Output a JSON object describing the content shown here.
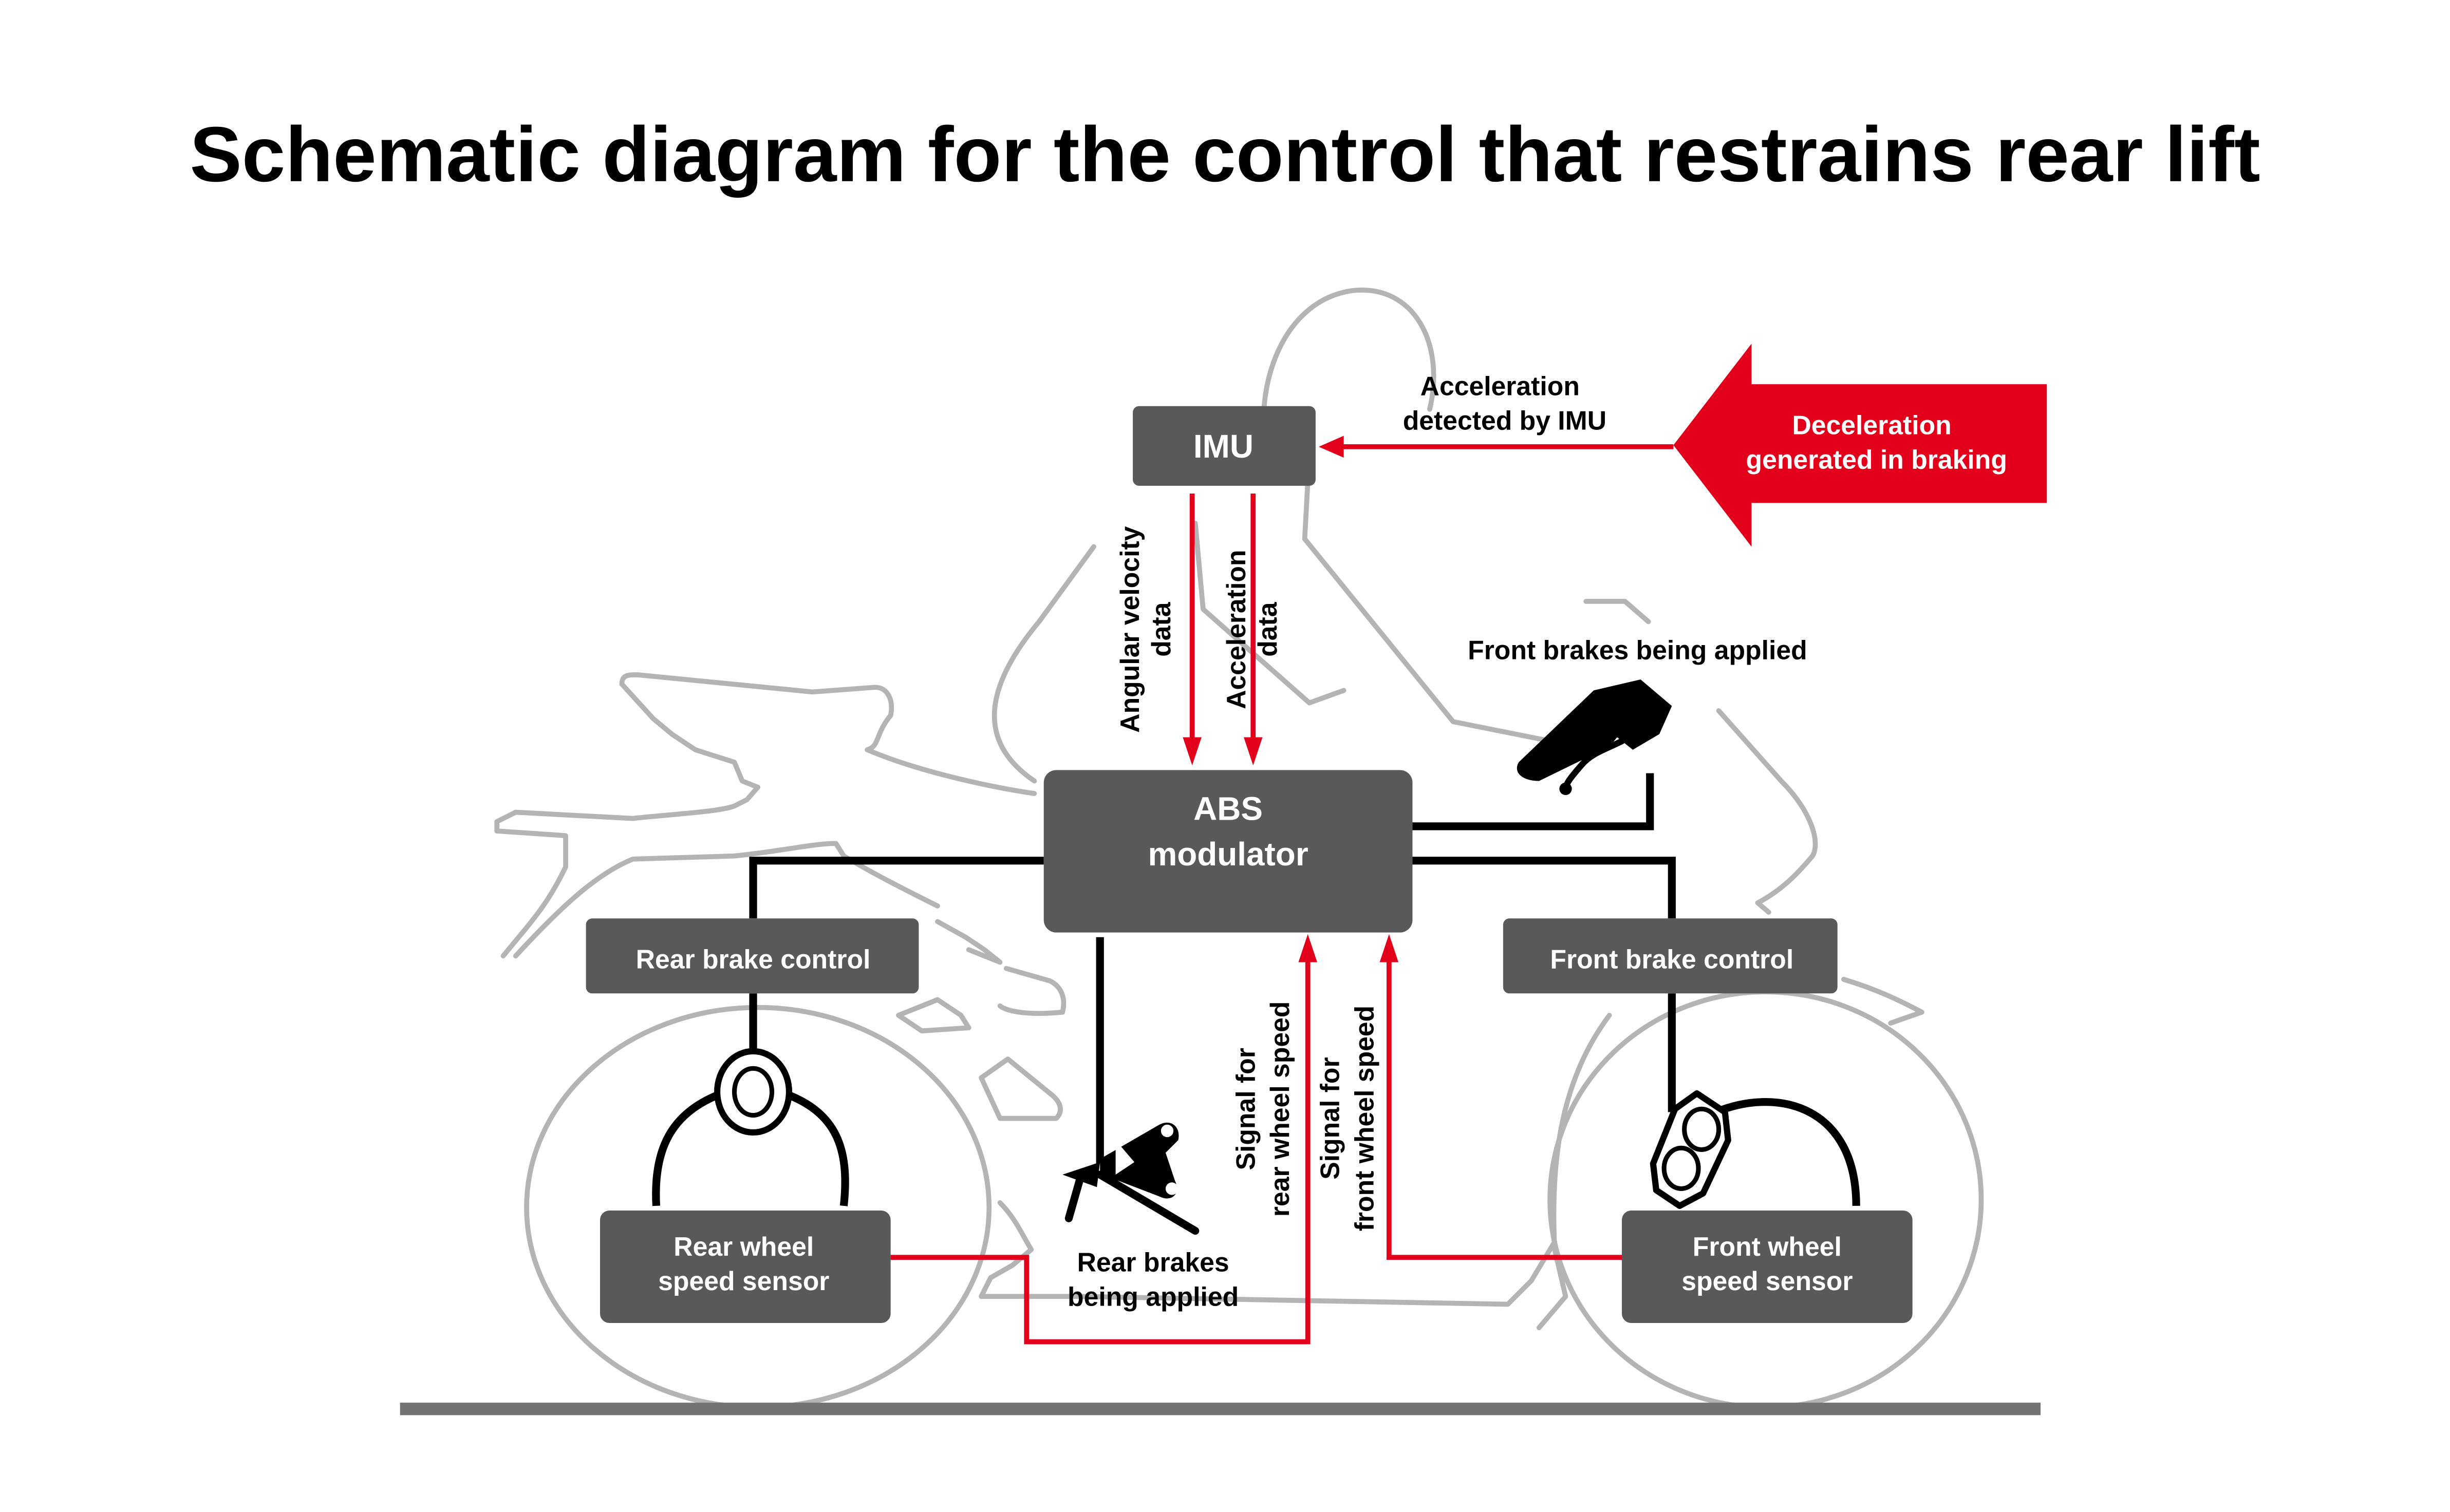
{
  "title": "Schematic diagram for the control that restrains rear lift",
  "colors": {
    "accent_red": "#e2001a",
    "box_fill": "#5a595a",
    "outline_gray": "#b4b4b4",
    "ground": "#747373",
    "wire": "#000000"
  },
  "components": {
    "imu": "IMU",
    "abs_line1": "ABS",
    "abs_line2": "modulator",
    "rear_brake_control": "Rear brake control",
    "front_brake_control": "Front brake control",
    "rear_sensor_line1": "Rear wheel",
    "rear_sensor_line2": "speed sensor",
    "front_sensor_line1": "Front wheel",
    "front_sensor_line2": "speed sensor"
  },
  "labels": {
    "decel_line1": "Deceleration",
    "decel_line2": "generated in braking",
    "accel_imu_line1": "Acceleration",
    "accel_imu_line2": "detected by IMU",
    "angular_line1": "Angular velocity",
    "angular_line2": "data",
    "accel_data_line1": "Acceleration",
    "accel_data_line2": "data",
    "front_brakes_applied": "Front brakes being applied",
    "rear_brakes_line1": "Rear brakes",
    "rear_brakes_line2": "being applied",
    "rear_signal_line1": "Signal for",
    "rear_signal_line2": "rear wheel speed",
    "front_signal_line1": "Signal for",
    "front_signal_line2": "front wheel speed"
  },
  "icons": {
    "front_brake_lever": "hand-brake-lever-icon",
    "rear_brake_pedal": "foot-brake-pedal-icon",
    "rear_caliper": "rear-brake-caliper-icon",
    "front_caliper": "front-brake-caliper-icon",
    "motorcycle": "motorcycle-rider-outline"
  }
}
